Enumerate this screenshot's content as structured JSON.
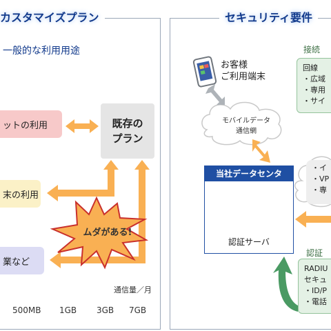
{
  "left": {
    "title": "カスタマイズプラン",
    "subtitle": "一般的な利用用途",
    "usages": [
      "ットの利用",
      "末の利用",
      "業など"
    ],
    "plan": "既存の\nプラン",
    "waste": "ムダがある!",
    "axis_label": "通信量／月",
    "ticks": [
      "500MB",
      "1GB",
      "3GB",
      "7GB"
    ]
  },
  "right": {
    "title": "セキュリティ要件",
    "device_label": "お客様\nご利用端末",
    "cloud_label": "モバイルデータ\n通信網",
    "datacenter_title": "当社データセンタ",
    "auth_server": "認証サーバ",
    "connect_label": "接続",
    "connect_box_title": "回線",
    "connect_items": [
      "・広域",
      "・専用",
      "・サイ"
    ],
    "grey_items": [
      "・イ",
      "・VP",
      "・専"
    ],
    "auth_label": "認証",
    "auth_box_title": "RADIU",
    "auth_box_sub": "セキュ",
    "auth_items": [
      "・ID/P",
      "・電話"
    ]
  },
  "colors": {
    "orange": "#f9b053",
    "navy": "#123a8c",
    "green_arrow": "#4a9a63"
  }
}
